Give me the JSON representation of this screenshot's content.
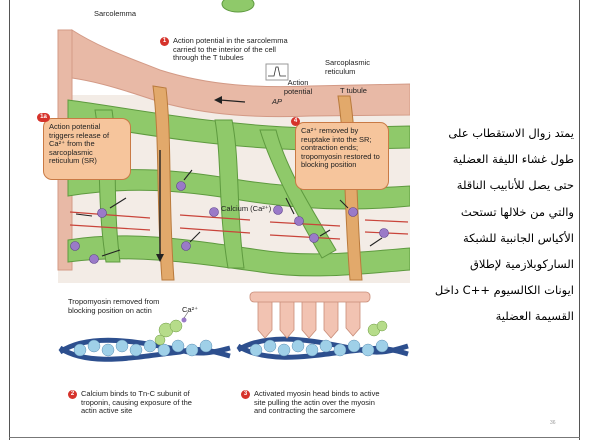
{
  "figure": {
    "label_sarcolemma": "Sarcolemma",
    "label_sarcoplasmic_reticulum": "Sarcoplasmic reticulum",
    "label_t_tubule": "T tubule",
    "label_action_potential": "Action potential",
    "label_ap": "AP",
    "label_calcium": "Calcium (Ca²⁺)",
    "label_tropomyosin_removed": "Tropomyosin removed from blocking position on actin",
    "label_ca2": "Ca²⁺",
    "step1": {
      "num": "1",
      "text": "Action potential in the sarcolemma carried to the interior of the cell through the T tubules"
    },
    "step1a": {
      "num": "1a",
      "text": "Action potential triggers release of Ca²⁺ from the sarcoplasmic reticulum (SR)"
    },
    "step4": {
      "num": "4",
      "text": "Ca²⁺ removed by reuptake into the SR; contraction ends; tropomyosin restored to blocking position"
    },
    "step2": {
      "num": "2",
      "text": "Calcium binds to Tn-C subunit of troponin, causing exposure of the actin active site"
    },
    "step3": {
      "num": "3",
      "text": "Activated myosin head binds to active site pulling the actin over the myosin and contracting the sarcomere"
    }
  },
  "arabic_text": {
    "lines": [
      "يمتد زوال الاستقطاب على",
      "طول غشاء الليفة العضلية",
      "حتى يصل للأنابيب الناقلة",
      "والتي من خلالها تستحث",
      "الأكياس الجانبية للشبكة",
      "الساركوبلازمية لإطلاق",
      "ايونات الكالسيوم ++C داخل",
      "القسيمة العضلية"
    ]
  },
  "page_number": "36",
  "colors": {
    "membrane": "#e8b9a6",
    "membrane_dark": "#d39a86",
    "reticulum": "#8fc96a",
    "reticulum_dark": "#5e9a3f",
    "cytoplasm": "#f3ece6",
    "t_tubule": "#e2a96b",
    "callout_fill": "#f6c59c",
    "step_badge": "#d6332b",
    "calcium_ion": "#9a7ac8"
  }
}
